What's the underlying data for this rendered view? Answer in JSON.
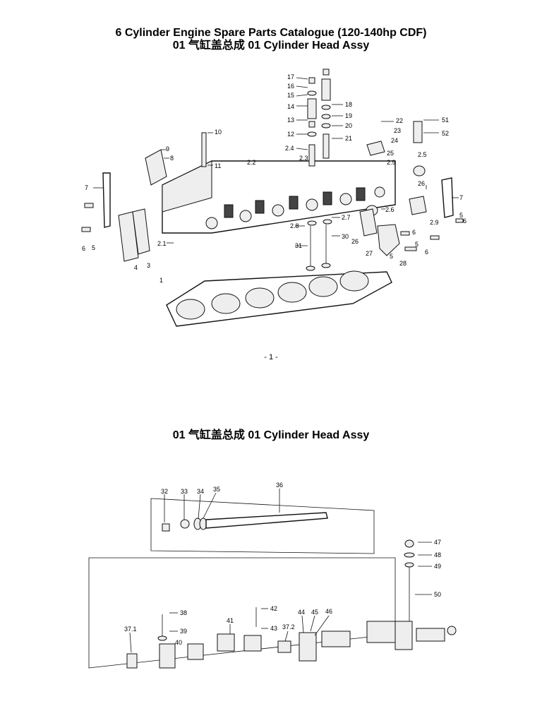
{
  "page1": {
    "title": "6 Cylinder Engine Spare Parts Catalogue (120-140hp CDF)",
    "subtitle": "01    气缸盖总成    01    Cylinder Head Assy",
    "page_number": "- 1 -"
  },
  "page2": {
    "subtitle": "01    气缸盖总成    01    Cylinder Head Assy"
  },
  "callouts_head": [
    "17",
    "16",
    "15",
    "14",
    "13",
    "12",
    "2.4",
    "2.3",
    "2.2",
    "10",
    "11",
    "9",
    "8",
    "7",
    "6",
    "5",
    "4",
    "3",
    "2.1",
    "1",
    "18",
    "19",
    "20",
    "21",
    "22",
    "23",
    "24",
    "25",
    "2.9",
    "51",
    "52",
    "2.5",
    "26",
    "7",
    "5",
    "6",
    "2.9",
    "5",
    "6",
    "6",
    "5",
    "28",
    "27",
    "26",
    "2.6",
    "2.7",
    "2.8",
    "31",
    "30"
  ],
  "callouts_rocker": [
    "32",
    "33",
    "34",
    "35",
    "36",
    "47",
    "48",
    "49",
    "50",
    "37.1",
    "38",
    "39",
    "40",
    "41",
    "42",
    "43",
    "37.2",
    "44",
    "45",
    "46"
  ]
}
